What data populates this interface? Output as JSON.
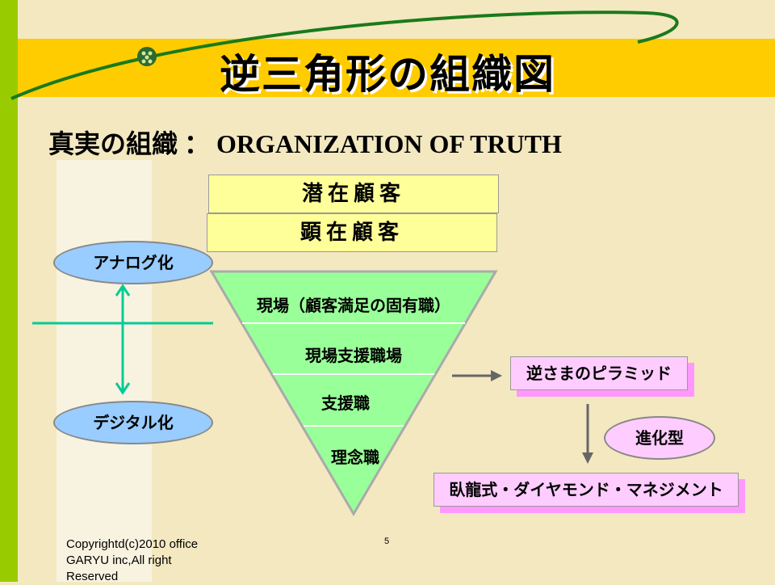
{
  "title": "逆三角形の組織図",
  "subtitle": "真実の組織 ： ORGANIZATION OF TRUTH",
  "boxes": {
    "latent": "潜在顧客",
    "manifest": "顕在顧客"
  },
  "axis": {
    "analog": "アナログ化",
    "digital": "デジタル化"
  },
  "triangle": [
    "現場（顧客満足の固有職）",
    "現場支援職場",
    "支援職",
    "理念職"
  ],
  "inverted_pyramid": "逆さまのピラミッド",
  "evolution": "進化型",
  "diamond": "臥龍式・ダイヤモンド・マネジメント",
  "footer": {
    "copyright_lines": [
      "Copyrightd(c)2010 office",
      "GARYU inc,All right",
      "Reserved"
    ],
    "page_number": "5"
  },
  "colors": {
    "title_bar": "#ffcc00",
    "left_bar": "#99cc00",
    "triangle": "#99ff99",
    "pink": "#ffccff",
    "blue": "#99ccff",
    "yellow": "#ffff99"
  }
}
